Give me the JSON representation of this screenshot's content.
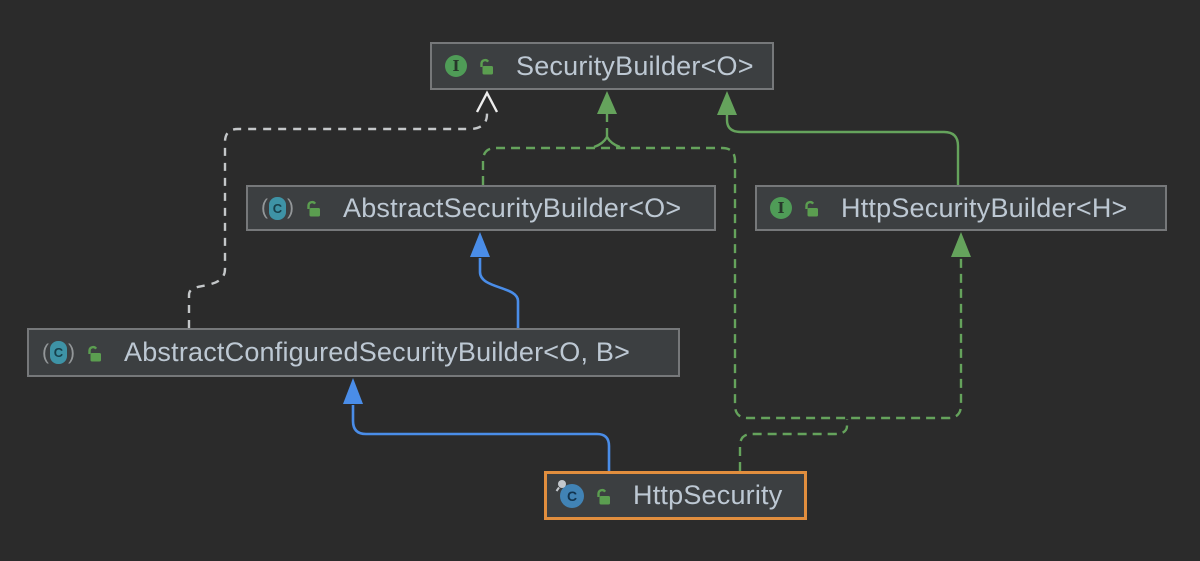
{
  "diagram": {
    "kind": "uml-class-diagram",
    "nodes": [
      {
        "id": "security-builder",
        "label": "SecurityBuilder<O>",
        "type": "interface",
        "visibility": "public",
        "selected": false
      },
      {
        "id": "abstract-security-builder",
        "label": "AbstractSecurityBuilder<O>",
        "type": "abstract-class",
        "visibility": "public",
        "selected": false
      },
      {
        "id": "http-security-builder",
        "label": "HttpSecurityBuilder<H>",
        "type": "interface",
        "visibility": "public",
        "selected": false
      },
      {
        "id": "abstract-configured-security-builder",
        "label": "AbstractConfiguredSecurityBuilder<O, B>",
        "type": "abstract-class",
        "visibility": "public",
        "selected": false
      },
      {
        "id": "http-security",
        "label": "HttpSecurity",
        "type": "final-class",
        "visibility": "public",
        "selected": true
      }
    ],
    "edges": [
      {
        "from": "AbstractConfiguredSecurityBuilder<O, B>",
        "to": "SecurityBuilder<O>",
        "relation": "realization",
        "style": "gray-dashed-open-arrow"
      },
      {
        "from": "AbstractSecurityBuilder<O>",
        "to": "SecurityBuilder<O>",
        "relation": "implements",
        "style": "green-dashed-filled-arrow"
      },
      {
        "from": "HttpSecurity",
        "to": "SecurityBuilder<O>",
        "relation": "implements",
        "style": "green-dashed-filled-arrow"
      },
      {
        "from": "HttpSecurityBuilder<H>",
        "to": "SecurityBuilder<O>",
        "relation": "extends",
        "style": "green-solid-filled-arrow"
      },
      {
        "from": "HttpSecurity",
        "to": "HttpSecurityBuilder<H>",
        "relation": "implements",
        "style": "green-dashed-filled-arrow"
      },
      {
        "from": "AbstractConfiguredSecurityBuilder<O, B>",
        "to": "AbstractSecurityBuilder<O>",
        "relation": "extends",
        "style": "blue-solid-filled-arrow"
      },
      {
        "from": "HttpSecurity",
        "to": "AbstractConfiguredSecurityBuilder<O, B>",
        "relation": "extends",
        "style": "blue-solid-filled-arrow"
      }
    ],
    "icon_letters": {
      "interface": "I",
      "class": "C",
      "paren_open": "(",
      "paren_close": ")"
    },
    "colors": {
      "background": "#2b2b2b",
      "node_fill": "#3c3f41",
      "node_border": "#76787a",
      "selected_border": "#e18e3e",
      "text": "#bdc8d3",
      "edge_green": "#65a35c",
      "edge_blue": "#4a8de8",
      "edge_gray": "#c4c7c9",
      "interface_icon": "#4f9c57",
      "abstract_icon": "#3e93a6",
      "class_icon": "#4183b5",
      "lock_icon": "#5b9e50"
    }
  }
}
